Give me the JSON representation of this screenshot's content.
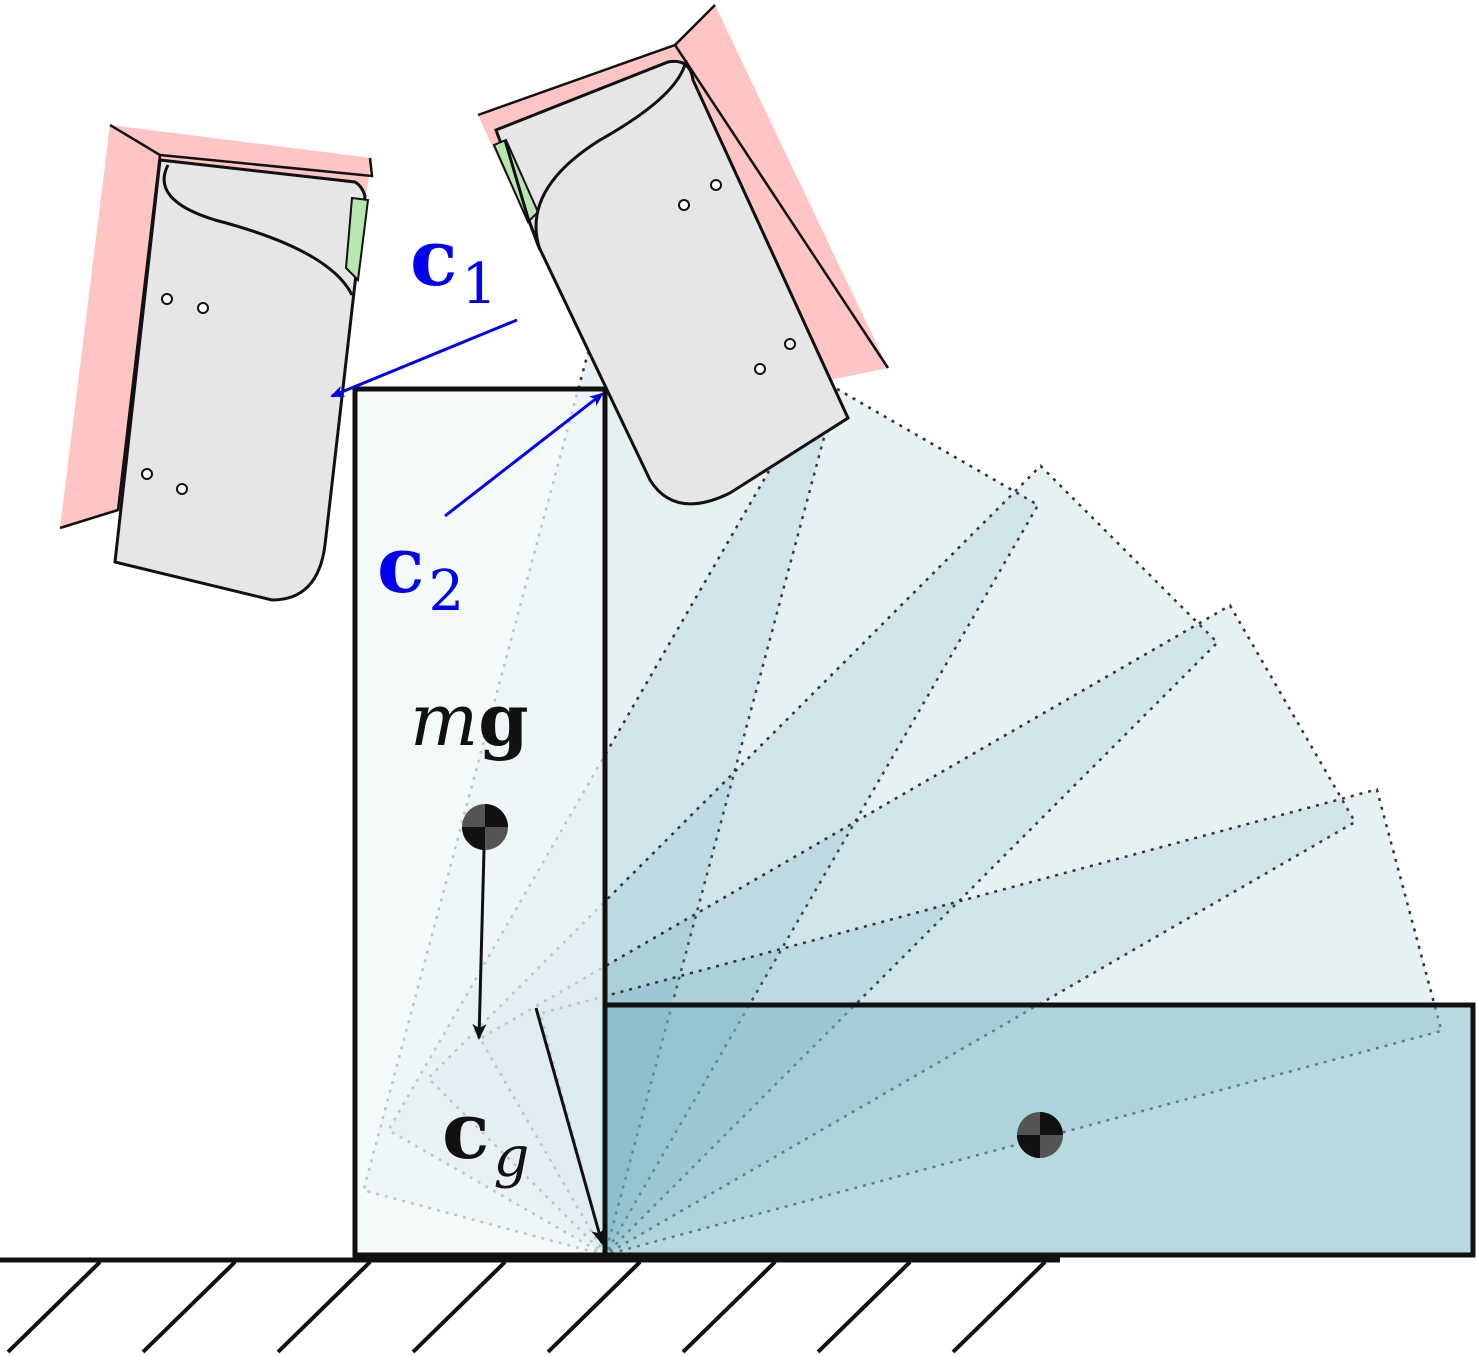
{
  "labels": {
    "c1": {
      "base": "c",
      "sub": "1"
    },
    "c2": {
      "base": "c",
      "sub": "2"
    },
    "cg": {
      "base": "c",
      "sub": "g"
    },
    "mg": {
      "m": "m",
      "g": "g"
    }
  },
  "colors": {
    "contact_arrow": "#0000ee",
    "finger_pad": "#ffc4c4",
    "finger_body": "#e6e6e6",
    "sensor_strip": "#b8e6b0",
    "object_initial": "#f0f7f8",
    "object_sweep": "#3c96a8",
    "object_final": "#7fbac7",
    "outline": "#111111"
  },
  "sweep": {
    "pivot_label": "c_g",
    "angles_deg": [
      0,
      15,
      30,
      45,
      60,
      75,
      90
    ]
  }
}
